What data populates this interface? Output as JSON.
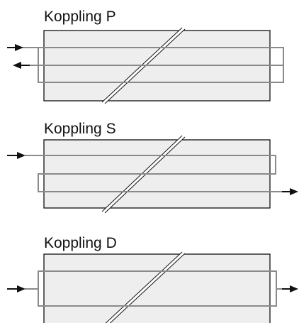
{
  "diagrams": [
    {
      "label": "Koppling P"
    },
    {
      "label": "Koppling S"
    },
    {
      "label": "Koppling D"
    }
  ],
  "colors": {
    "box_fill": "#eeeeef",
    "box_stroke": "#111111",
    "pipe": "#8a8a8a",
    "arrow": "#111111"
  }
}
